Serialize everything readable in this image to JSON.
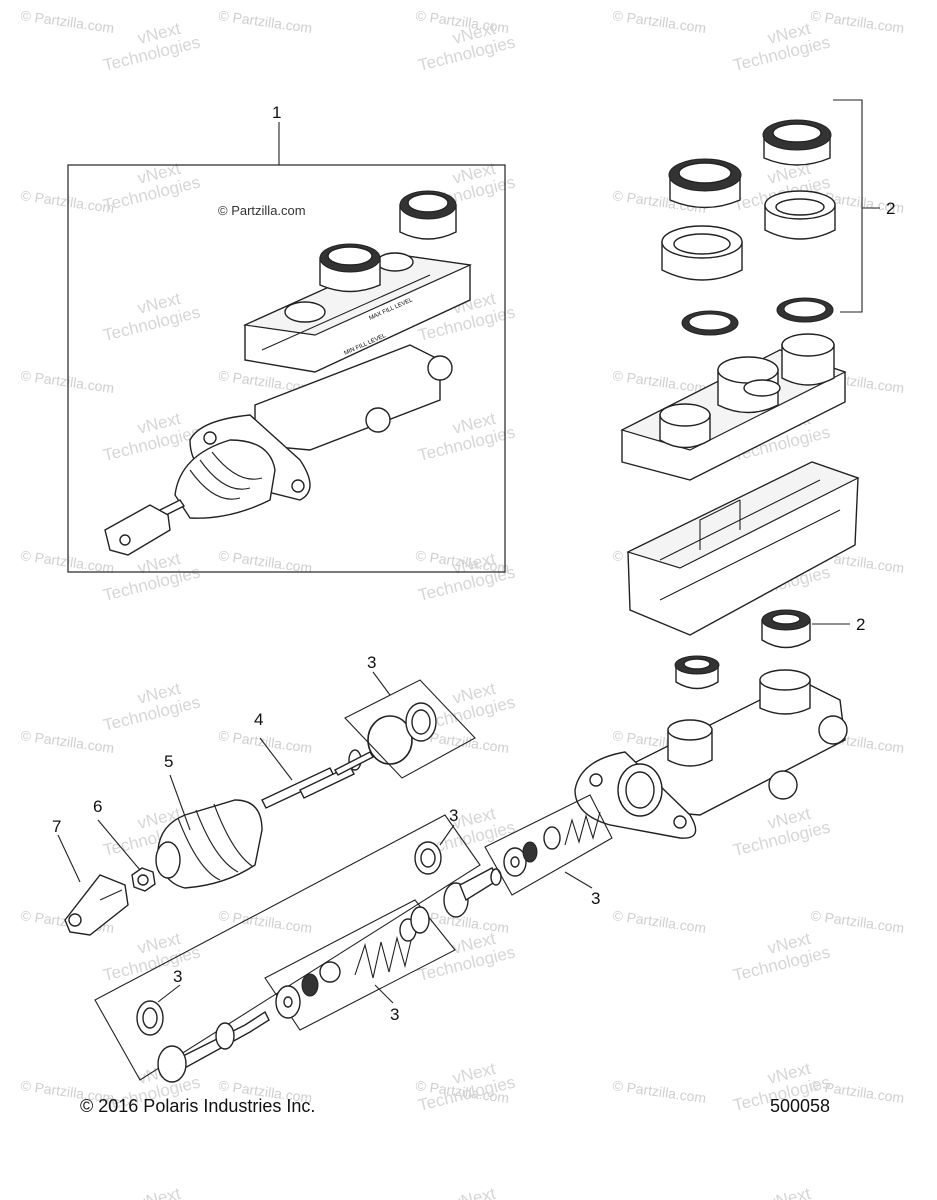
{
  "watermarks": {
    "partzilla": "© Partzilla.com",
    "vnext_line1": "vNext",
    "vnext_line2": "Technologies"
  },
  "box_watermark": "© Partzilla.com",
  "callouts": {
    "c1": "1",
    "c2a": "2",
    "c2b": "2",
    "c3a": "3",
    "c3b": "3",
    "c3c": "3",
    "c3d": "3",
    "c3e": "3",
    "c4": "4",
    "c5": "5",
    "c6": "6",
    "c7": "7"
  },
  "cap_texts": {
    "max_fill": "MAX FILL LEVEL",
    "min_fill": "MIN FILL LEVEL"
  },
  "footer": {
    "copyright": "© 2016 Polaris Industries Inc.",
    "diagram_number": "500058"
  }
}
